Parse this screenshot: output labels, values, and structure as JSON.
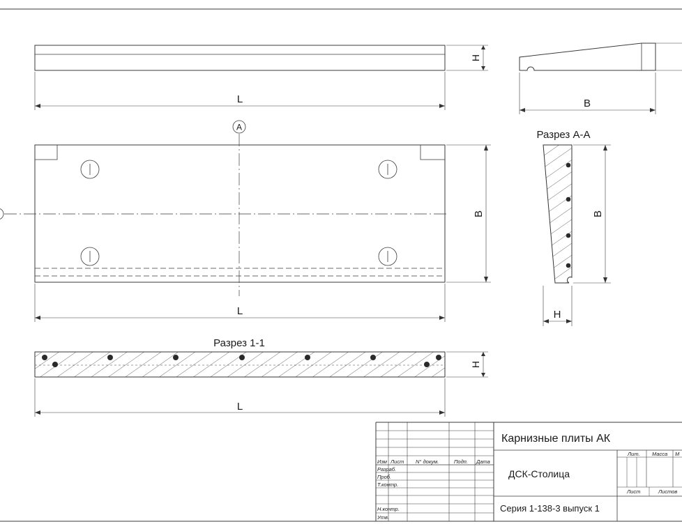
{
  "views": {
    "top_height_label": "H",
    "top_length_label": "L",
    "side_width_label": "B",
    "axis_marker_a": "A",
    "plan_width_label": "B",
    "plan_length_label": "L",
    "section_aa_title": "Разрез А-А",
    "section_aa_height_label": "B",
    "section_aa_thickness_label": "H",
    "section_11_title": "Разрез 1-1",
    "section_11_height_label": "H",
    "section_11_length_label": "L"
  },
  "title_block": {
    "product_title": "Карнизные плиты АК",
    "organization": "ДСК-Столица",
    "series": "Серия 1-138-3 выпуск 1",
    "columns": [
      "Изм",
      "Лист",
      "N° докум.",
      "Подп.",
      "Дата"
    ],
    "rows": [
      "Разраб.",
      "Проб.",
      "Т.контр.",
      "Н.контр.",
      "Утв."
    ],
    "stage_headers": [
      "Лит.",
      "Масса",
      "М"
    ],
    "sheet_headers": [
      "Лист",
      "Листов"
    ]
  }
}
